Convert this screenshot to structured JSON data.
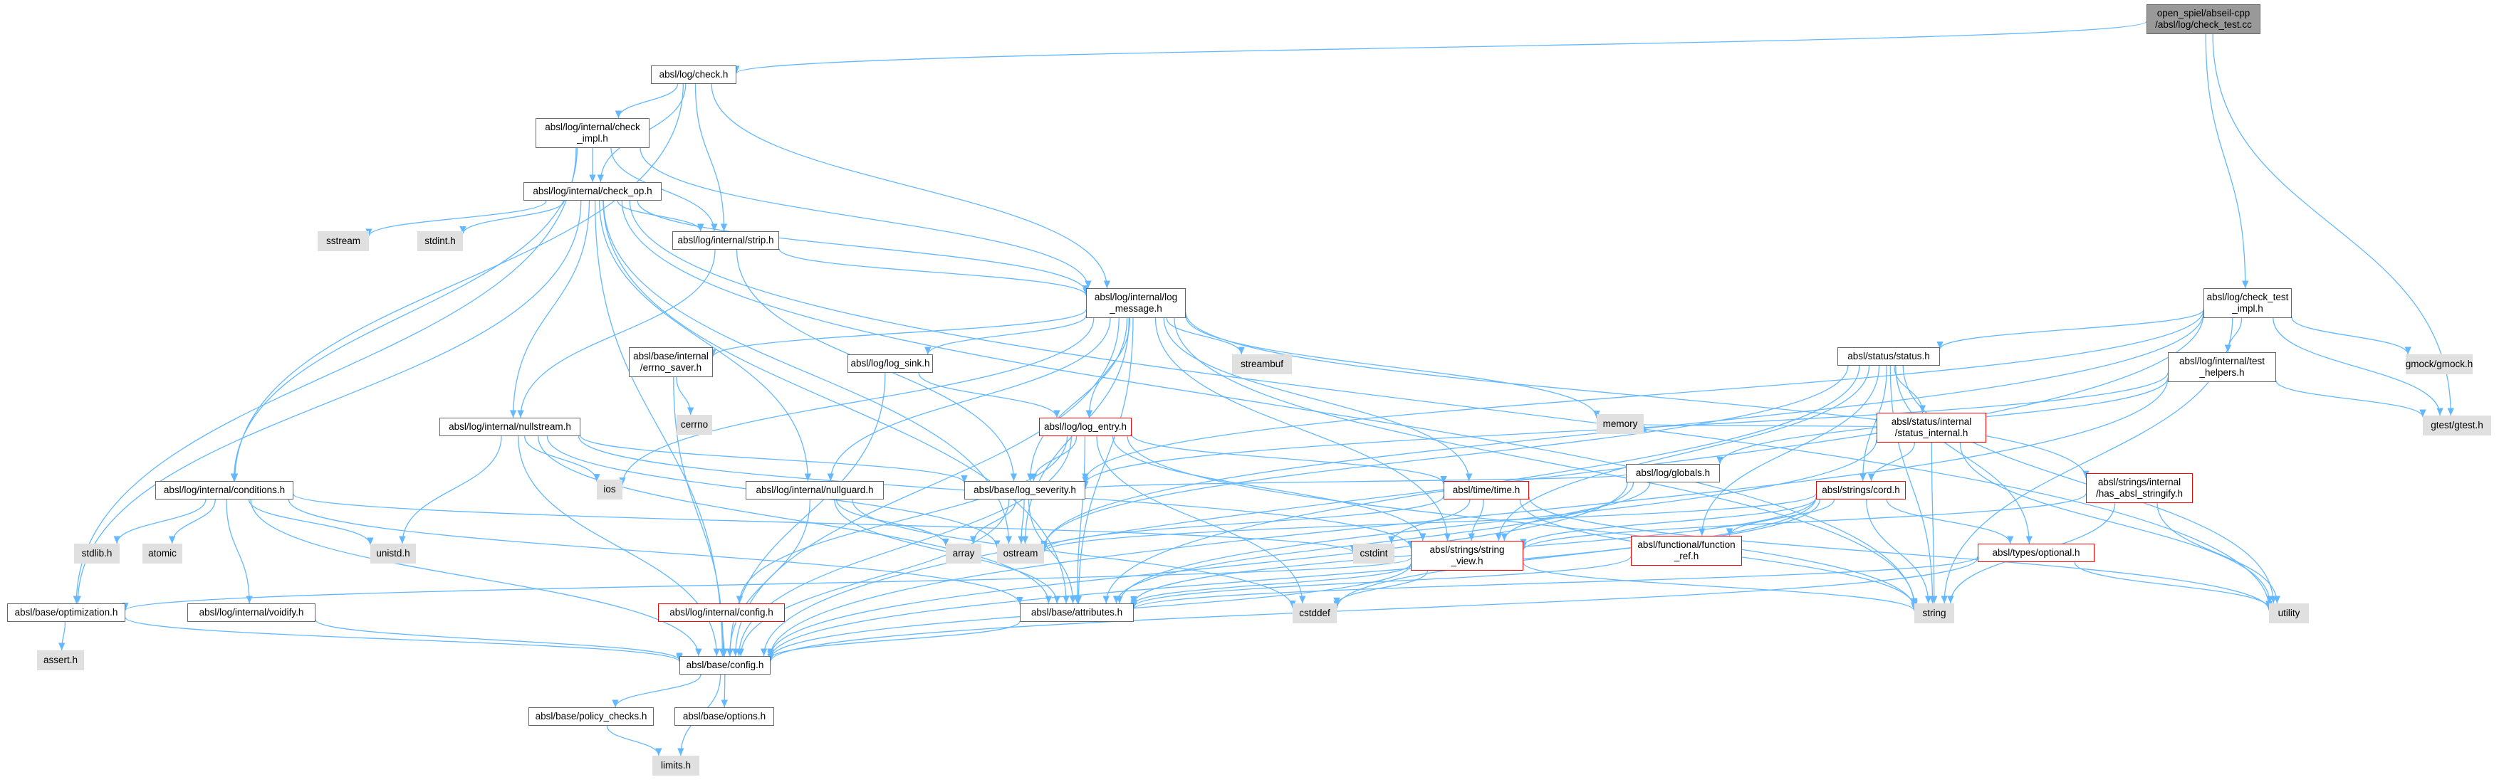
{
  "diagram": {
    "edge_color": "#63b8ff",
    "node_styles": {
      "root": {
        "fill": "#999999",
        "border": "#666666"
      },
      "white": {
        "fill": "#ffffff",
        "border": "#666666"
      },
      "gray": {
        "fill": "#e0e0e0",
        "border": "none"
      },
      "red": {
        "fill": "#ffffff",
        "border": "#ff0000"
      }
    },
    "nodes": [
      {
        "id": "root",
        "lines": [
          "open_spiel/abseil-cpp",
          "/absl/log/check_test.cc"
        ],
        "style": "root"
      },
      {
        "id": "check_h",
        "lines": [
          "absl/log/check.h"
        ],
        "style": "white"
      },
      {
        "id": "check_impl",
        "lines": [
          "absl/log/internal/check",
          "_impl.h"
        ],
        "style": "white"
      },
      {
        "id": "check_op",
        "lines": [
          "absl/log/internal/check_op.h"
        ],
        "style": "white"
      },
      {
        "id": "sstream",
        "lines": [
          "sstream"
        ],
        "style": "gray"
      },
      {
        "id": "stdint",
        "lines": [
          "stdint.h"
        ],
        "style": "gray"
      },
      {
        "id": "strip",
        "lines": [
          "absl/log/internal/strip.h"
        ],
        "style": "white"
      },
      {
        "id": "log_message",
        "lines": [
          "absl/log/internal/log",
          "_message.h"
        ],
        "style": "white"
      },
      {
        "id": "errno_saver",
        "lines": [
          "absl/base/internal",
          "/errno_saver.h"
        ],
        "style": "white"
      },
      {
        "id": "cerrno",
        "lines": [
          "cerrno"
        ],
        "style": "gray"
      },
      {
        "id": "log_sink",
        "lines": [
          "absl/log/log_sink.h"
        ],
        "style": "white"
      },
      {
        "id": "streambuf",
        "lines": [
          "streambuf"
        ],
        "style": "gray"
      },
      {
        "id": "nullstream",
        "lines": [
          "absl/log/internal/nullstream.h"
        ],
        "style": "white"
      },
      {
        "id": "ios",
        "lines": [
          "ios"
        ],
        "style": "gray"
      },
      {
        "id": "log_entry",
        "lines": [
          "absl/log/log_entry.h"
        ],
        "style": "red"
      },
      {
        "id": "conditions",
        "lines": [
          "absl/log/internal/conditions.h"
        ],
        "style": "white"
      },
      {
        "id": "stdlib",
        "lines": [
          "stdlib.h"
        ],
        "style": "gray"
      },
      {
        "id": "atomic",
        "lines": [
          "atomic"
        ],
        "style": "gray"
      },
      {
        "id": "unistd",
        "lines": [
          "unistd.h"
        ],
        "style": "gray"
      },
      {
        "id": "nullguard",
        "lines": [
          "absl/log/internal/nullguard.h"
        ],
        "style": "white"
      },
      {
        "id": "array",
        "lines": [
          "array"
        ],
        "style": "gray"
      },
      {
        "id": "log_severity",
        "lines": [
          "absl/base/log_severity.h"
        ],
        "style": "white"
      },
      {
        "id": "ostream",
        "lines": [
          "ostream"
        ],
        "style": "gray"
      },
      {
        "id": "cstdint",
        "lines": [
          "cstdint"
        ],
        "style": "gray"
      },
      {
        "id": "optimization",
        "lines": [
          "absl/base/optimization.h"
        ],
        "style": "white"
      },
      {
        "id": "assert",
        "lines": [
          "assert.h"
        ],
        "style": "gray"
      },
      {
        "id": "voidify",
        "lines": [
          "absl/log/internal/voidify.h"
        ],
        "style": "white"
      },
      {
        "id": "log_config",
        "lines": [
          "absl/log/internal/config.h"
        ],
        "style": "red"
      },
      {
        "id": "attributes",
        "lines": [
          "absl/base/attributes.h"
        ],
        "style": "white"
      },
      {
        "id": "cstddef",
        "lines": [
          "cstddef"
        ],
        "style": "gray"
      },
      {
        "id": "base_config",
        "lines": [
          "absl/base/config.h"
        ],
        "style": "white"
      },
      {
        "id": "policy_checks",
        "lines": [
          "absl/base/policy_checks.h"
        ],
        "style": "white"
      },
      {
        "id": "options",
        "lines": [
          "absl/base/options.h"
        ],
        "style": "white"
      },
      {
        "id": "limits",
        "lines": [
          "limits.h"
        ],
        "style": "gray"
      },
      {
        "id": "memory",
        "lines": [
          "memory"
        ],
        "style": "gray"
      },
      {
        "id": "time",
        "lines": [
          "absl/time/time.h"
        ],
        "style": "red"
      },
      {
        "id": "string_view",
        "lines": [
          "absl/strings/string",
          "_view.h"
        ],
        "style": "red"
      },
      {
        "id": "status",
        "lines": [
          "absl/status/status.h"
        ],
        "style": "white"
      },
      {
        "id": "status_internal",
        "lines": [
          "absl/status/internal",
          "/status_internal.h"
        ],
        "style": "red"
      },
      {
        "id": "globals",
        "lines": [
          "absl/log/globals.h"
        ],
        "style": "white"
      },
      {
        "id": "cord",
        "lines": [
          "absl/strings/cord.h"
        ],
        "style": "red"
      },
      {
        "id": "function_ref",
        "lines": [
          "absl/functional/function",
          "_ref.h"
        ],
        "style": "red"
      },
      {
        "id": "optional",
        "lines": [
          "absl/types/optional.h"
        ],
        "style": "red"
      },
      {
        "id": "string",
        "lines": [
          "string"
        ],
        "style": "gray"
      },
      {
        "id": "utility",
        "lines": [
          "utility"
        ],
        "style": "gray"
      },
      {
        "id": "has_stringify",
        "lines": [
          "absl/strings/internal",
          "/has_absl_stringify.h"
        ],
        "style": "red"
      },
      {
        "id": "check_test_impl",
        "lines": [
          "absl/log/check_test",
          "_impl.h"
        ],
        "style": "white"
      },
      {
        "id": "test_helpers",
        "lines": [
          "absl/log/internal/test",
          "_helpers.h"
        ],
        "style": "white"
      },
      {
        "id": "gmock",
        "lines": [
          "gmock/gmock.h"
        ],
        "style": "gray"
      },
      {
        "id": "gtest",
        "lines": [
          "gtest/gtest.h"
        ],
        "style": "gray"
      }
    ],
    "edges": [
      [
        "root",
        "check_h"
      ],
      [
        "root",
        "check_test_impl"
      ],
      [
        "root",
        "gtest"
      ],
      [
        "check_h",
        "check_impl"
      ],
      [
        "check_h",
        "check_op"
      ],
      [
        "check_h",
        "strip"
      ],
      [
        "check_h",
        "conditions"
      ],
      [
        "check_h",
        "log_message"
      ],
      [
        "check_impl",
        "check_op"
      ],
      [
        "check_impl",
        "strip"
      ],
      [
        "check_impl",
        "conditions"
      ],
      [
        "check_impl",
        "optimization"
      ],
      [
        "check_impl",
        "log_message"
      ],
      [
        "check_op",
        "sstream"
      ],
      [
        "check_op",
        "stdint"
      ],
      [
        "check_op",
        "strip"
      ],
      [
        "check_op",
        "nullstream"
      ],
      [
        "check_op",
        "nullguard"
      ],
      [
        "check_op",
        "optimization"
      ],
      [
        "check_op",
        "attributes"
      ],
      [
        "check_op",
        "base_config"
      ],
      [
        "check_op",
        "ostream"
      ],
      [
        "check_op",
        "string"
      ],
      [
        "check_op",
        "utility"
      ],
      [
        "check_op",
        "log_message"
      ],
      [
        "strip",
        "log_message"
      ],
      [
        "strip",
        "nullstream"
      ],
      [
        "strip",
        "log_severity"
      ],
      [
        "log_message",
        "errno_saver"
      ],
      [
        "log_message",
        "log_sink"
      ],
      [
        "log_message",
        "streambuf"
      ],
      [
        "log_message",
        "log_entry"
      ],
      [
        "log_message",
        "nullguard"
      ],
      [
        "log_message",
        "log_severity"
      ],
      [
        "log_message",
        "ios"
      ],
      [
        "log_message",
        "ostream"
      ],
      [
        "log_message",
        "memory"
      ],
      [
        "log_message",
        "time"
      ],
      [
        "log_message",
        "string_view"
      ],
      [
        "log_message",
        "has_stringify"
      ],
      [
        "log_message",
        "string"
      ],
      [
        "log_message",
        "attributes"
      ],
      [
        "log_message",
        "base_config"
      ],
      [
        "errno_saver",
        "cerrno"
      ],
      [
        "errno_saver",
        "base_config"
      ],
      [
        "log_sink",
        "log_entry"
      ],
      [
        "log_sink",
        "base_config"
      ],
      [
        "nullstream",
        "ios"
      ],
      [
        "nullstream",
        "ostream"
      ],
      [
        "nullstream",
        "log_severity"
      ],
      [
        "nullstream",
        "unistd"
      ],
      [
        "nullstream",
        "attributes"
      ],
      [
        "nullstream",
        "base_config"
      ],
      [
        "nullstream",
        "string_view"
      ],
      [
        "log_entry",
        "log_config"
      ],
      [
        "log_entry",
        "log_severity"
      ],
      [
        "log_entry",
        "time"
      ],
      [
        "log_entry",
        "string_view"
      ],
      [
        "log_entry",
        "attributes"
      ],
      [
        "log_entry",
        "cstddef"
      ],
      [
        "log_entry",
        "string"
      ],
      [
        "log_entry",
        "base_config"
      ],
      [
        "conditions",
        "stdlib"
      ],
      [
        "conditions",
        "atomic"
      ],
      [
        "conditions",
        "unistd"
      ],
      [
        "conditions",
        "cstdint"
      ],
      [
        "conditions",
        "voidify"
      ],
      [
        "conditions",
        "attributes"
      ],
      [
        "conditions",
        "base_config"
      ],
      [
        "nullguard",
        "array"
      ],
      [
        "nullguard",
        "cstddef"
      ],
      [
        "nullguard",
        "attributes"
      ],
      [
        "nullguard",
        "base_config"
      ],
      [
        "log_severity",
        "array"
      ],
      [
        "log_severity",
        "ostream"
      ],
      [
        "log_severity",
        "attributes"
      ],
      [
        "log_severity",
        "base_config"
      ],
      [
        "optimization",
        "assert"
      ],
      [
        "optimization",
        "base_config"
      ],
      [
        "voidify",
        "base_config"
      ],
      [
        "log_config",
        "base_config"
      ],
      [
        "attributes",
        "base_config"
      ],
      [
        "base_config",
        "policy_checks"
      ],
      [
        "base_config",
        "options"
      ],
      [
        "base_config",
        "limits"
      ],
      [
        "policy_checks",
        "limits"
      ],
      [
        "time",
        "cstdint"
      ],
      [
        "time",
        "ostream"
      ],
      [
        "time",
        "string_view"
      ],
      [
        "time",
        "string"
      ],
      [
        "time",
        "utility"
      ],
      [
        "string_view",
        "cstddef"
      ],
      [
        "string_view",
        "string"
      ],
      [
        "string_view",
        "attributes"
      ],
      [
        "string_view",
        "base_config"
      ],
      [
        "string_view",
        "optimization"
      ],
      [
        "status",
        "status_internal"
      ],
      [
        "status",
        "cord"
      ],
      [
        "status",
        "function_ref"
      ],
      [
        "status",
        "optional"
      ],
      [
        "status",
        "string_view"
      ],
      [
        "status",
        "ostream"
      ],
      [
        "status",
        "string"
      ],
      [
        "status",
        "utility"
      ],
      [
        "status",
        "attributes"
      ],
      [
        "status_internal",
        "memory"
      ],
      [
        "status_internal",
        "cord"
      ],
      [
        "status_internal",
        "string"
      ],
      [
        "status_internal",
        "utility"
      ],
      [
        "status_internal",
        "attributes"
      ],
      [
        "cord",
        "function_ref"
      ],
      [
        "cord",
        "optional"
      ],
      [
        "cord",
        "string_view"
      ],
      [
        "cord",
        "string"
      ],
      [
        "cord",
        "ostream"
      ],
      [
        "cord",
        "attributes"
      ],
      [
        "cord",
        "base_config"
      ],
      [
        "cord",
        "cstddef"
      ],
      [
        "function_ref",
        "attributes"
      ],
      [
        "optional",
        "utility"
      ],
      [
        "optional",
        "base_config"
      ],
      [
        "optional",
        "attributes"
      ],
      [
        "has_stringify",
        "string_view"
      ],
      [
        "has_stringify",
        "utility"
      ],
      [
        "has_stringify",
        "string"
      ],
      [
        "globals",
        "log_severity"
      ],
      [
        "globals",
        "string_view"
      ],
      [
        "globals",
        "attributes"
      ],
      [
        "globals",
        "base_config"
      ],
      [
        "check_test_impl",
        "test_helpers"
      ],
      [
        "check_test_impl",
        "status"
      ],
      [
        "check_test_impl",
        "gmock"
      ],
      [
        "check_test_impl",
        "gtest"
      ],
      [
        "check_test_impl",
        "ostream"
      ],
      [
        "check_test_impl",
        "string"
      ],
      [
        "check_test_impl",
        "base_config"
      ],
      [
        "check_test_impl",
        "log_severity"
      ],
      [
        "test_helpers",
        "globals"
      ],
      [
        "test_helpers",
        "log_severity"
      ],
      [
        "test_helpers",
        "gtest"
      ],
      [
        "test_helpers",
        "base_config"
      ]
    ]
  }
}
